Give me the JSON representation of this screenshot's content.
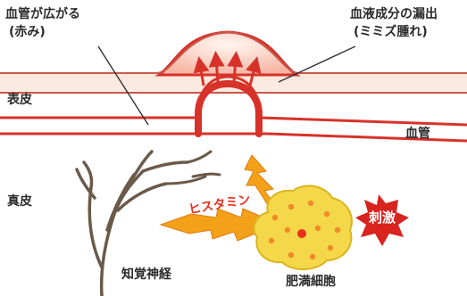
{
  "labels": {
    "vessel_dilate": "血管が広がる",
    "redness": "(赤み)",
    "leakage": "血液成分の漏出",
    "swelling": "(ミミズ腫れ)",
    "epidermis": "表皮",
    "blood_vessel": "血管",
    "dermis": "真皮",
    "histamine": "ヒスタミン",
    "stimulus": "刺激",
    "sensory_nerve": "知覚神経",
    "mast_cell": "肥満細胞"
  },
  "colors": {
    "skin_line": "#c9574a",
    "skin_fill": "#fbe6da",
    "vessel": "#d7322a",
    "nerve": "#6b5a4a",
    "histamine_arrow": "#f4a11a",
    "mast_cell": "#f4d84a",
    "burst": "#d8231e"
  }
}
